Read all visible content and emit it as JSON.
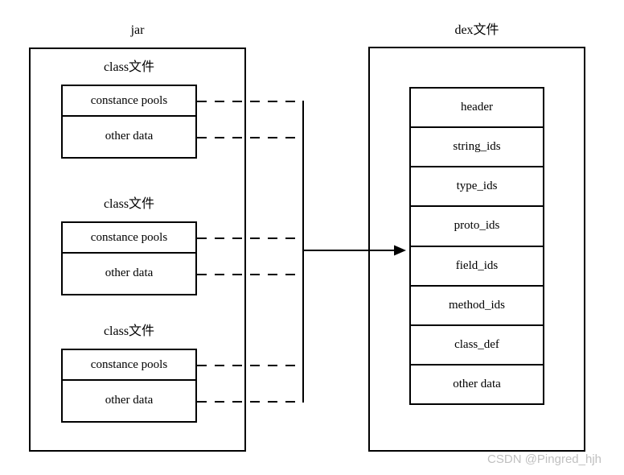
{
  "jar": {
    "title": "jar",
    "groups": [
      {
        "title": "class文件",
        "rows": [
          "constance pools",
          "other data"
        ]
      },
      {
        "title": "class文件",
        "rows": [
          "constance pools",
          "other data"
        ]
      },
      {
        "title": "class文件",
        "rows": [
          "constance pools",
          "other data"
        ]
      }
    ]
  },
  "dex": {
    "title": "dex文件",
    "rows": [
      "header",
      "string_ids",
      "type_ids",
      "proto_ids",
      "field_ids",
      "method_ids",
      "class_def",
      "other data"
    ]
  },
  "watermark": {
    "text": "CSDN @Pingred_hjh"
  },
  "colors": {
    "line": "#000000",
    "background": "#ffffff",
    "watermark": "#c0c0c0"
  }
}
